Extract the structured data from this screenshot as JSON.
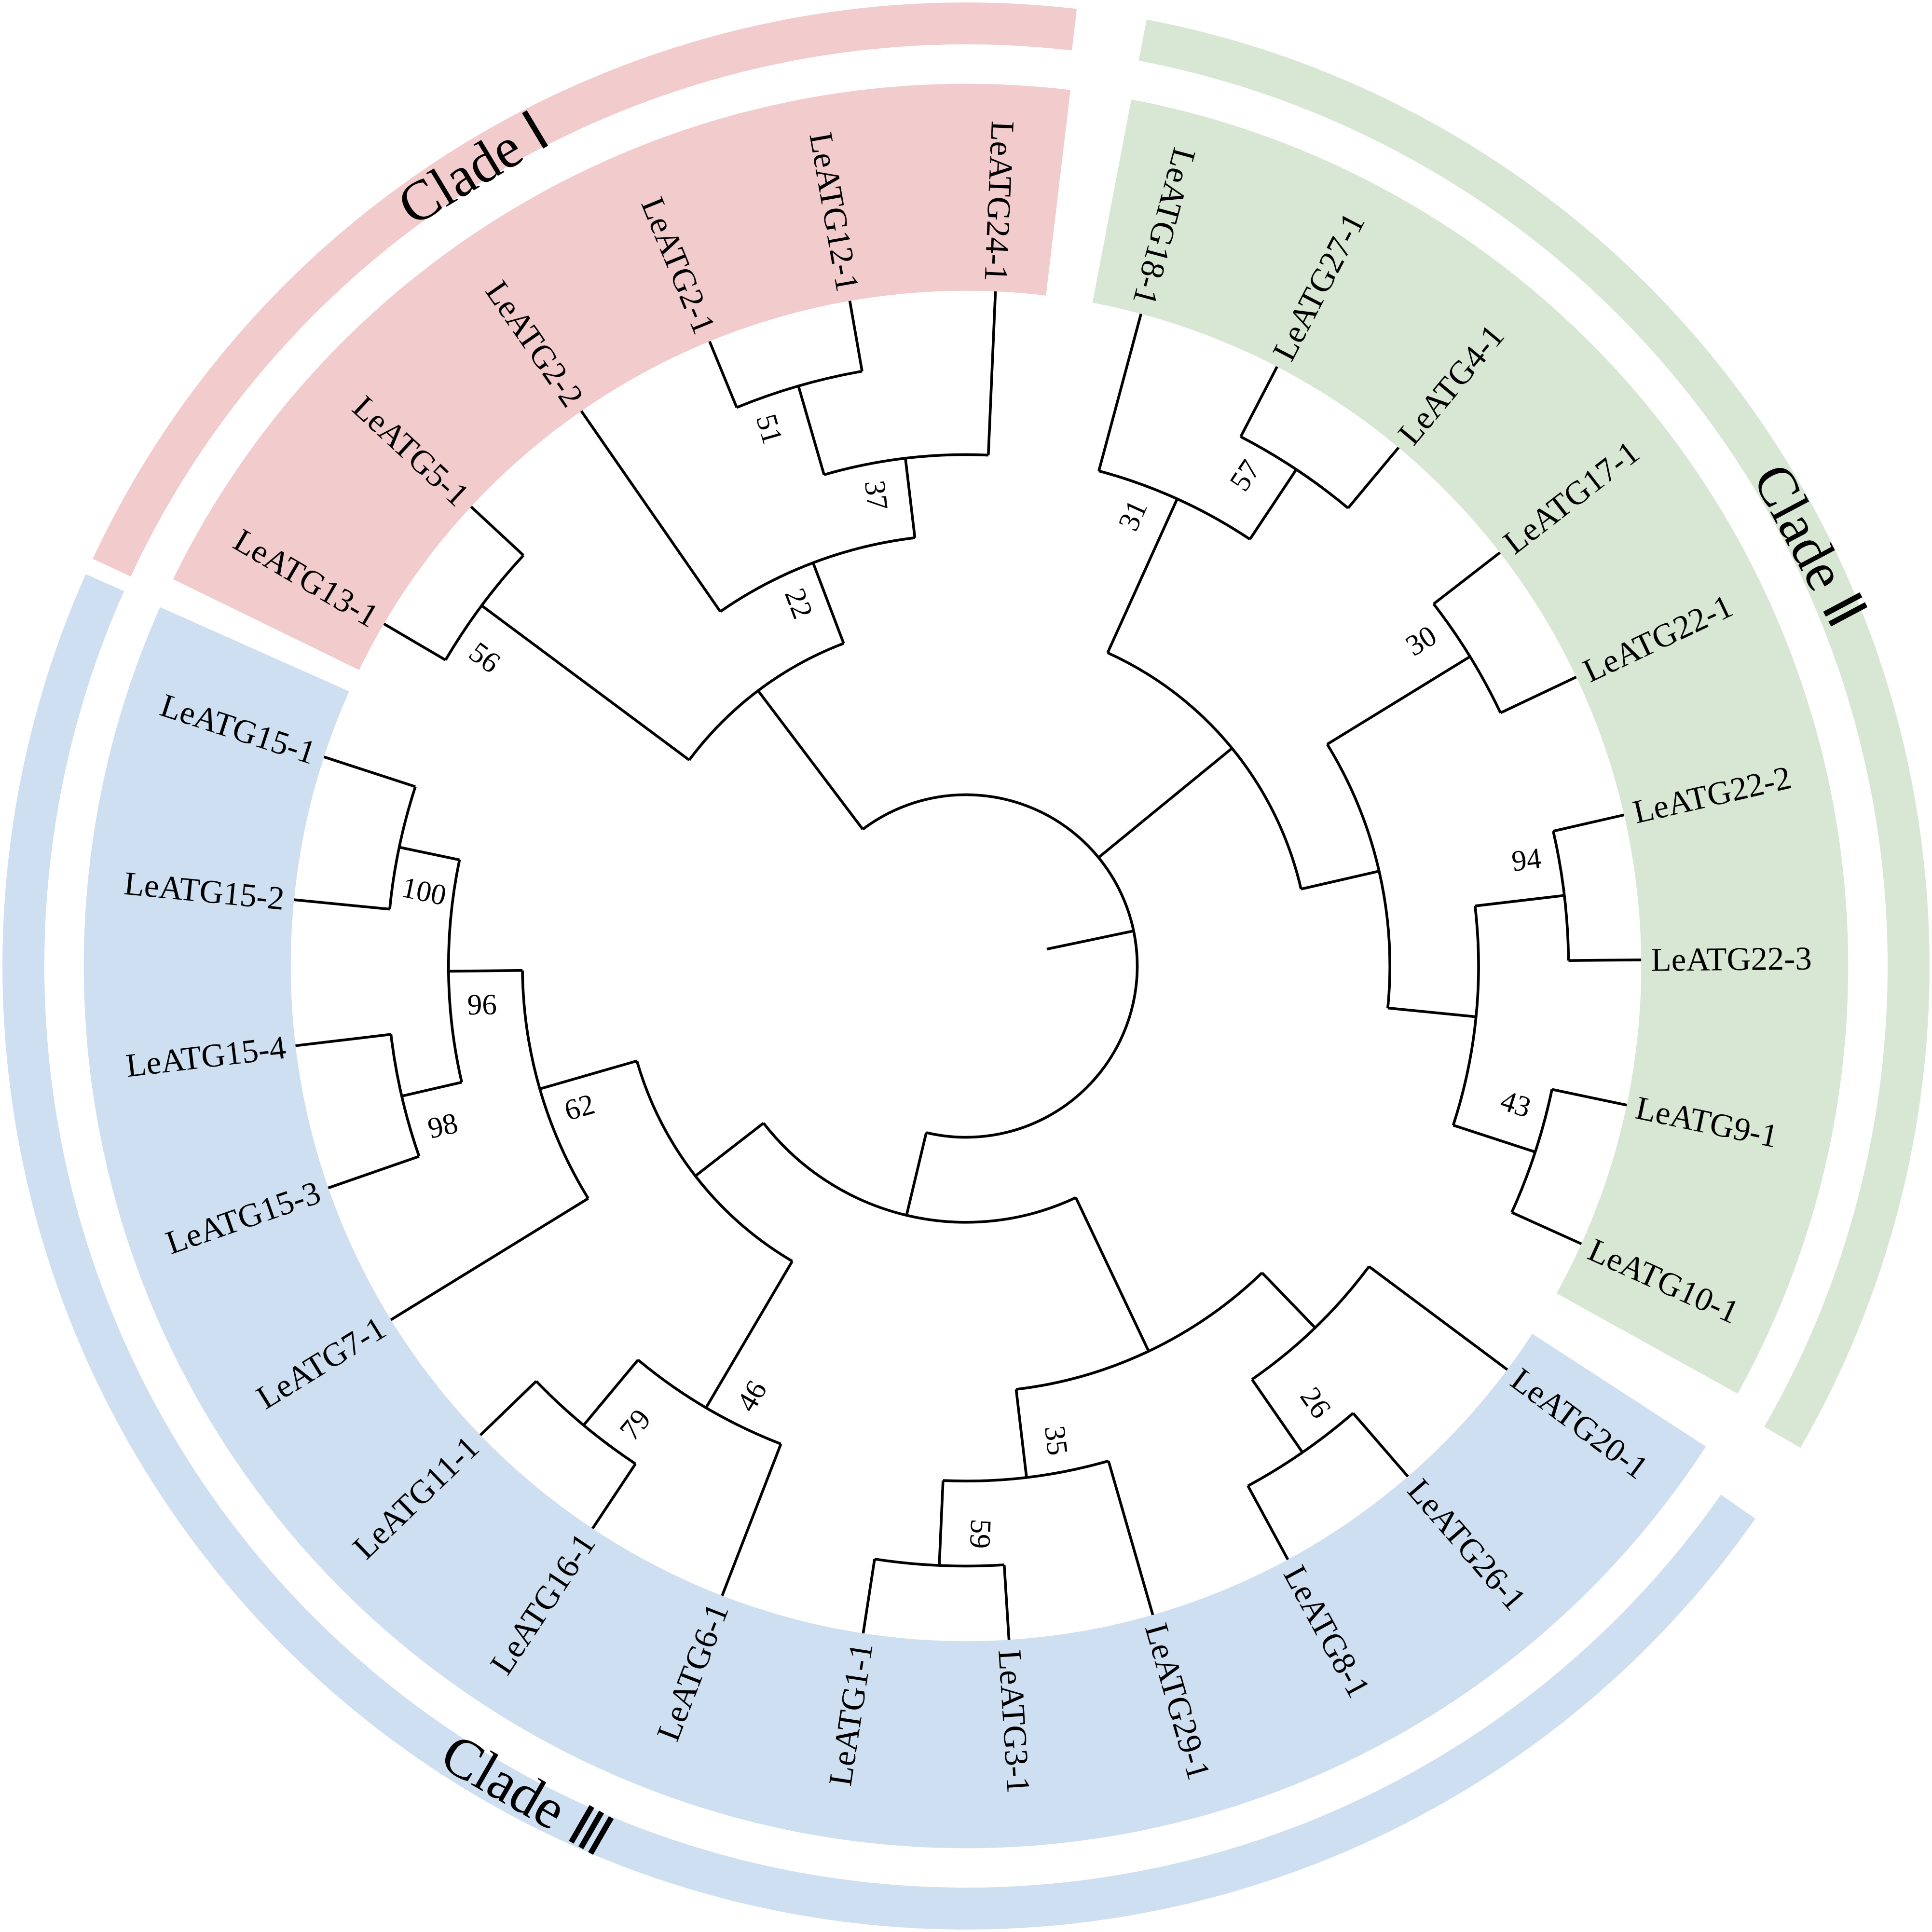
{
  "leaves": [
    "LeATG24-1",
    "LeATG12-1",
    "LeATG2-1",
    "LeATG2-2",
    "LeATG5-1",
    "LeATG13-1",
    "LeATG15-1",
    "LeATG15-2",
    "LeATG15-4",
    "LeATG15-3",
    "LeATG7-1",
    "LeATG11-1",
    "LeATG16-1",
    "LeATG6-1",
    "LeATG1-1",
    "LeATG3-1",
    "LeATG29-1",
    "LeATG8-1",
    "LeATG26-1",
    "LeATG20-1",
    "LeATG10-1",
    "LeATG9-1",
    "LeATG22-3",
    "LeATG22-2",
    "LeATG22-1",
    "LeATG17-1",
    "LeATG4-1",
    "LeATG27-1",
    "LeATG18-1"
  ],
  "bootstrap": [
    "51",
    "37",
    "22",
    "56",
    "57",
    "31",
    "30",
    "94",
    "43",
    "100",
    "98",
    "96",
    "62",
    "79",
    "46",
    "59",
    "35",
    "26"
  ],
  "clades": [
    {
      "name": "Clade Ⅰ",
      "color": "#f2cbcc"
    },
    {
      "name": "Clade Ⅱ",
      "color": "#d7e7d3"
    },
    {
      "name": "Clade Ⅲ",
      "color": "#cddff0"
    }
  ]
}
